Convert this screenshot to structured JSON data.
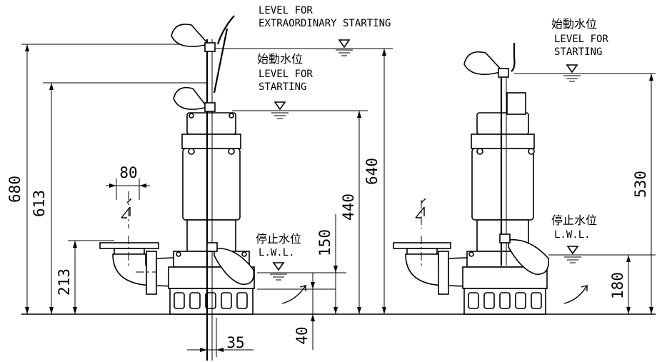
{
  "left_view": {
    "levels": {
      "extraordinary": {
        "line1": "LEVEL FOR",
        "line2": "EXTRAORDINARY STARTING"
      },
      "starting": {
        "jp": "始動水位",
        "line1": "LEVEL FOR",
        "line2": "STARTING"
      },
      "stop": {
        "jp": "停止水位",
        "en": "L.W.L."
      }
    },
    "dimensions": {
      "d680": "680",
      "d613": "613",
      "d213": "213",
      "d80": "80",
      "d640": "640",
      "d440": "440",
      "d150": "150",
      "d40": "40",
      "d35": "35"
    }
  },
  "right_view": {
    "levels": {
      "starting": {
        "jp": "始動水位",
        "line1": "LEVEL FOR",
        "line2": "STARTING"
      },
      "stop": {
        "jp": "停止水位",
        "en": "L.W.L."
      }
    },
    "dimensions": {
      "d530": "530",
      "d180": "180"
    }
  }
}
